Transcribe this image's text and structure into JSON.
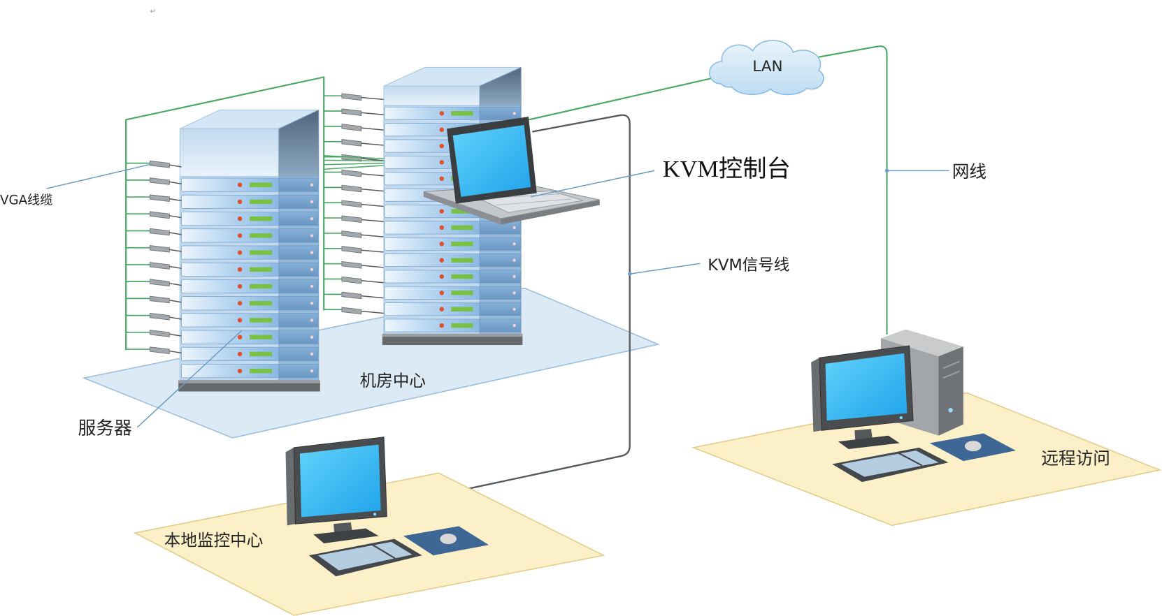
{
  "diagram": {
    "corner_mark": "↵",
    "labels": {
      "vga_cable": "VGA线缆",
      "kvm_console": "KVM控制台",
      "network_cable": "网线",
      "lan": "LAN",
      "kvm_signal_line": "KVM信号线",
      "server_room": "机房中心",
      "servers": "服务器",
      "remote_access": "远程访问",
      "local_monitoring_center": "本地监控中心"
    },
    "colors": {
      "network_cable": "#4aa864",
      "kvm_signal_line": "#555a5e",
      "leader_line": "#6b9cc4",
      "server_room_floor": "#dceaf6",
      "workstation_floor": "#fbf0c8",
      "screen": "#1fa4ea"
    }
  }
}
